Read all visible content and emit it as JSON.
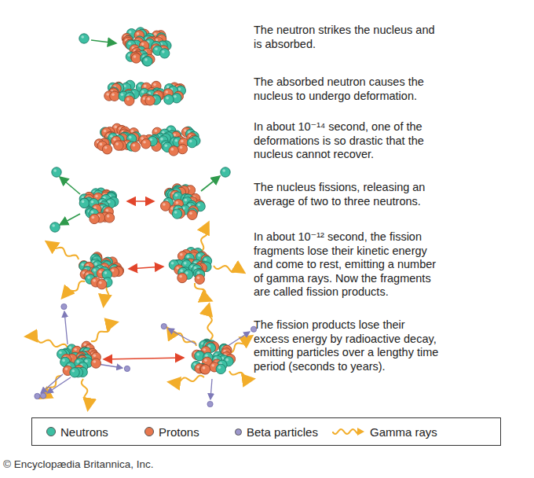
{
  "diagram": {
    "labels": [
      "The neutron strikes the nucleus and is absorbed.",
      "The absorbed neutron causes the nucleus to undergo deformation.",
      "In about 10⁻¹⁴ second, one of the deformations is so drastic that the nucleus cannot recover.",
      "The nucleus fissions, releasing an average of two to three neutrons.",
      "In about 10⁻¹² second, the fission fragments lose their kinetic energy and come to rest, emitting a number of gamma rays. Now the fragments are called fission products.",
      "The fission products lose their excess energy by radioactive decay, emitting particles over a lengthy time period (seconds to years).",
      "© Encyclopædia Britannica, Inc."
    ],
    "legend": [
      {
        "text": "Neutrons",
        "color": "#3dbfa3"
      },
      {
        "text": "Protons",
        "color": "#e8774e"
      },
      {
        "text": "Beta particles",
        "color": "#9c97cc"
      },
      {
        "text": "Gamma rays"
      }
    ]
  }
}
